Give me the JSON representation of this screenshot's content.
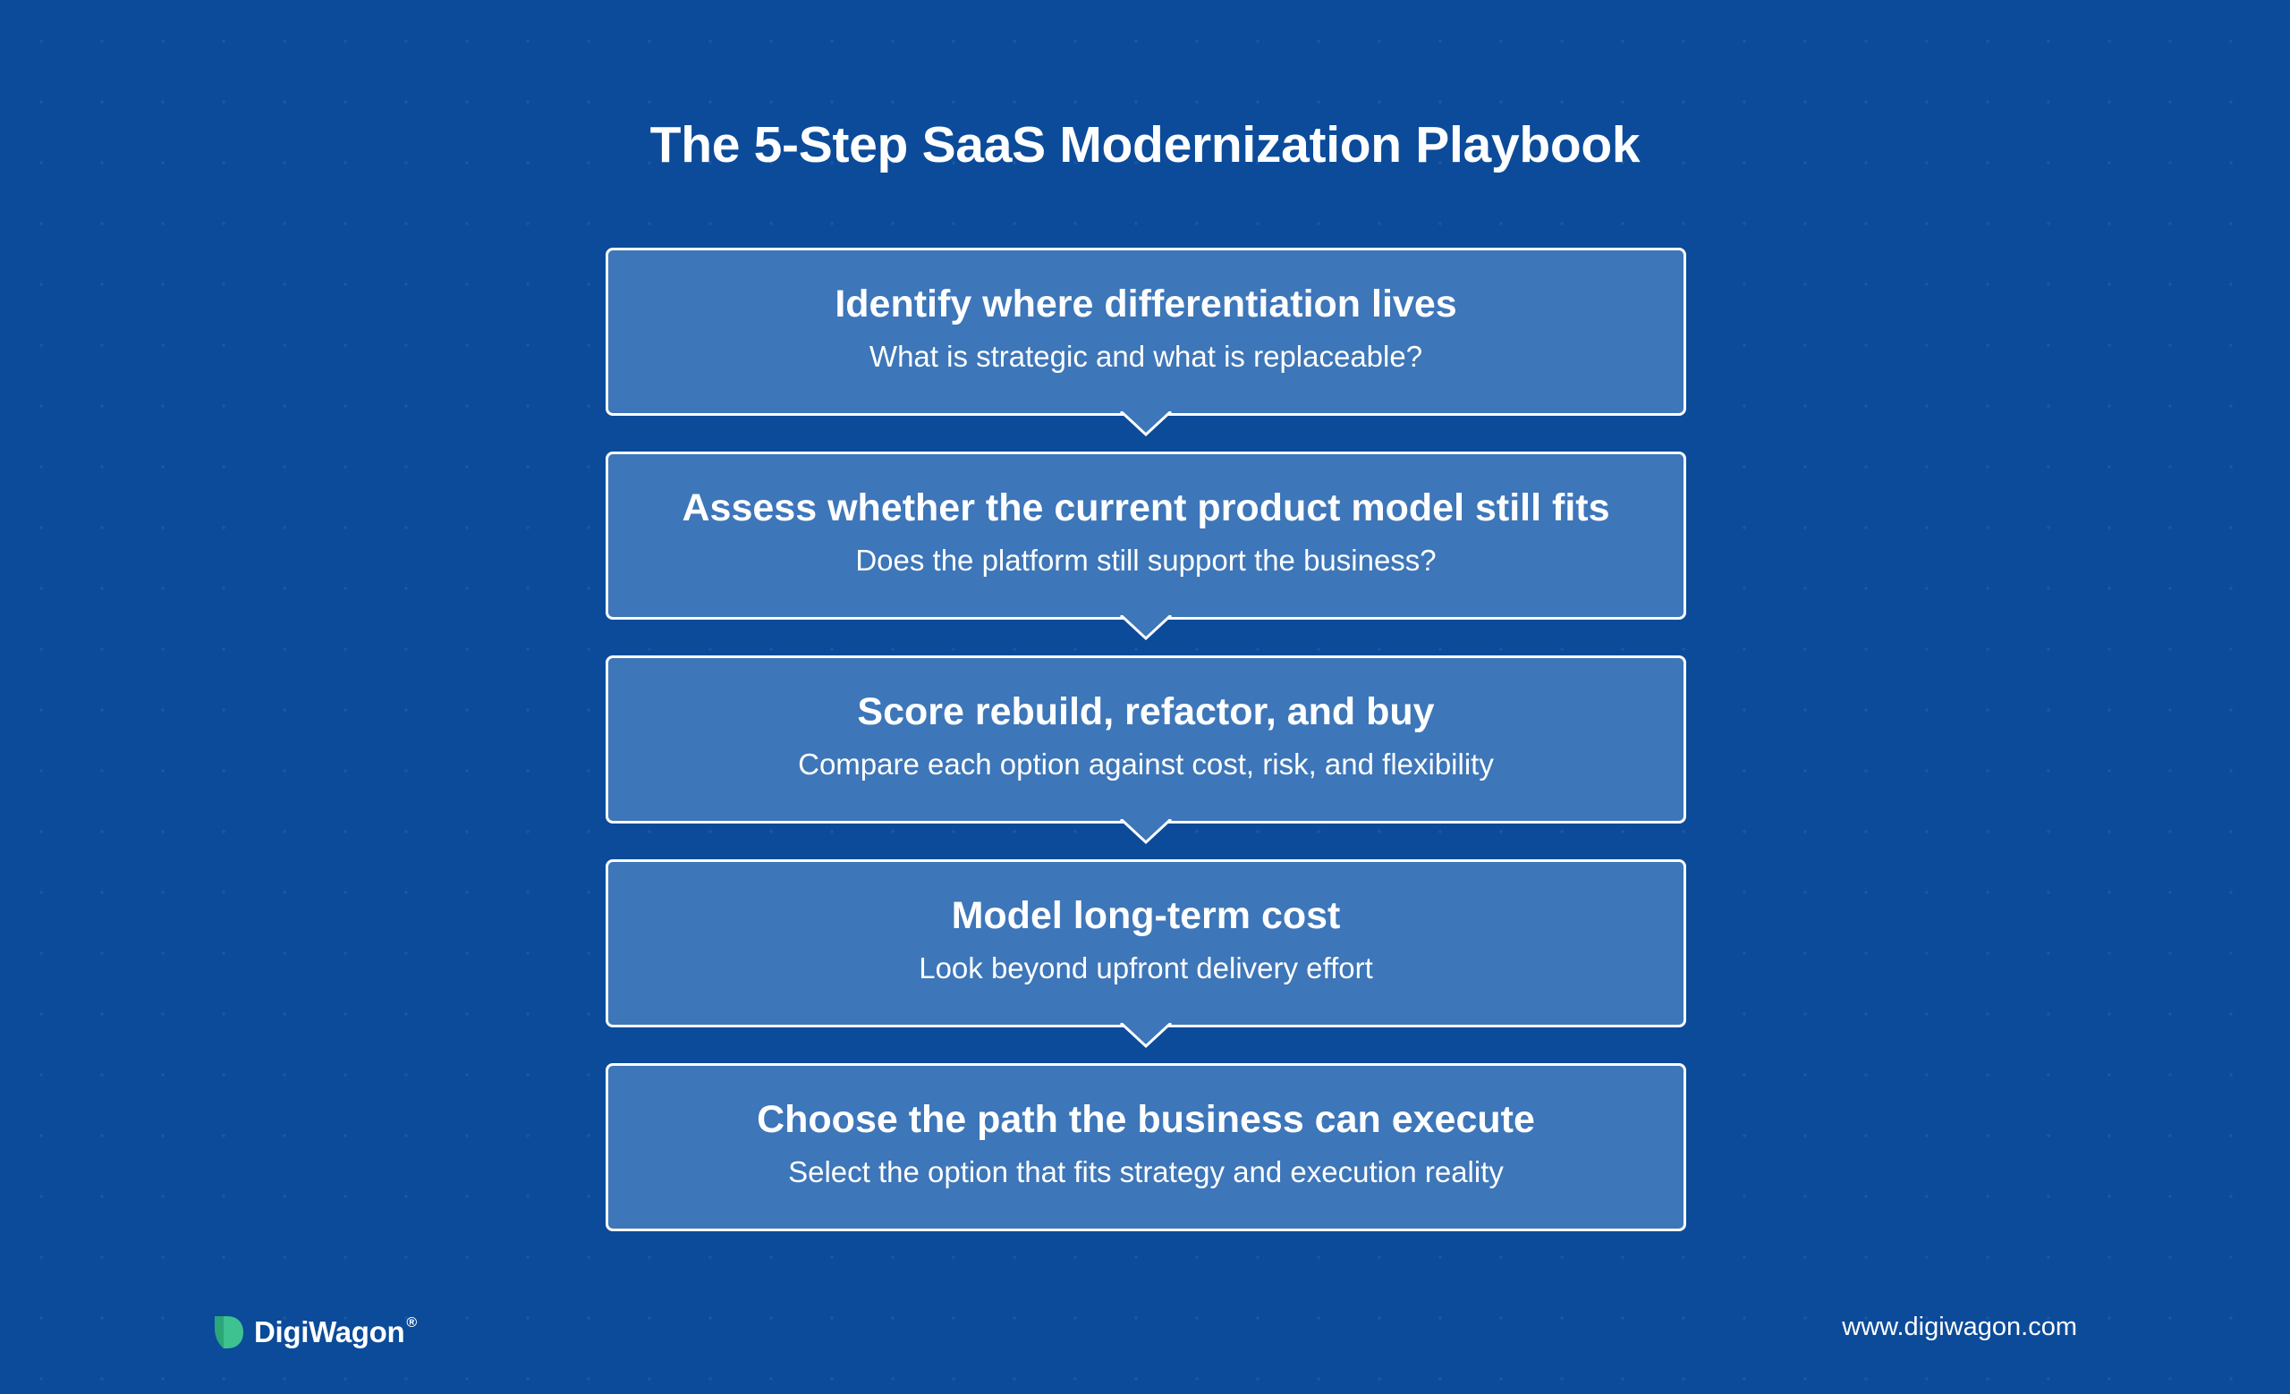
{
  "title": "The 5-Step SaaS Modernization Playbook",
  "steps": [
    {
      "heading": "Identify where differentiation lives",
      "description": "What is strategic and what is replaceable?"
    },
    {
      "heading": "Assess whether the current product model still fits",
      "description": "Does the platform still support the business?"
    },
    {
      "heading": "Score rebuild, refactor, and buy",
      "description": "Compare each option against cost, risk, and flexibility"
    },
    {
      "heading": "Model long-term cost",
      "description": "Look beyond upfront delivery effort"
    },
    {
      "heading": "Choose the path the business can execute",
      "description": "Select the option that fits strategy and execution reality"
    }
  ],
  "footer": {
    "brand_name": "DigiWagon",
    "brand_mark": "®",
    "website": "www.digiwagon.com"
  },
  "colors": {
    "background": "#0b4b9a",
    "box_fill": "#3d76b9",
    "box_border": "#ffffff",
    "logo_green": "#3ec28f",
    "text": "#ffffff"
  },
  "icons": {
    "logo": "digiwagon-logo-icon",
    "connector": "chevron-down-icon"
  }
}
